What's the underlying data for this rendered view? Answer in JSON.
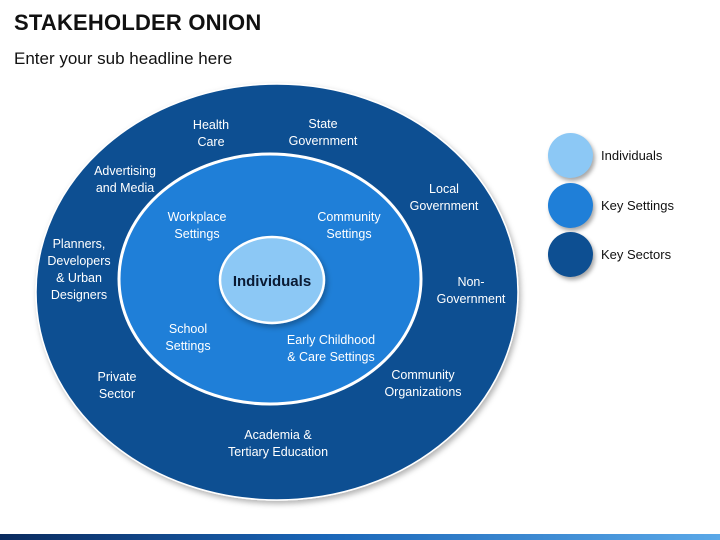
{
  "header": {
    "title": "STAKEHOLDER ONION",
    "subtitle": "Enter your sub headline here"
  },
  "onion": {
    "core": {
      "label": "Individuals"
    },
    "settings": [
      {
        "id": "workplace",
        "lines": [
          "Workplace",
          "Settings"
        ]
      },
      {
        "id": "community",
        "lines": [
          "Community",
          "Settings"
        ]
      },
      {
        "id": "school",
        "lines": [
          "School",
          "Settings"
        ]
      },
      {
        "id": "early-childhood",
        "lines": [
          "Early Childhood",
          "& Care Settings"
        ]
      }
    ],
    "sectors": [
      {
        "id": "health-care",
        "lines": [
          "Health",
          "Care"
        ]
      },
      {
        "id": "state-government",
        "lines": [
          "State",
          "Government"
        ]
      },
      {
        "id": "advertising-media",
        "lines": [
          "Advertising",
          "and Media"
        ]
      },
      {
        "id": "local-government",
        "lines": [
          "Local",
          "Government"
        ]
      },
      {
        "id": "planners",
        "lines": [
          "Planners,",
          "Developers",
          "& Urban",
          "Designers"
        ]
      },
      {
        "id": "non-government",
        "lines": [
          "Non-",
          "Government"
        ]
      },
      {
        "id": "private-sector",
        "lines": [
          "Private",
          "Sector"
        ]
      },
      {
        "id": "community-organizations",
        "lines": [
          "Community",
          "Organizations"
        ]
      },
      {
        "id": "academia",
        "lines": [
          "Academia &",
          "Tertiary Education"
        ]
      }
    ]
  },
  "legend": [
    {
      "label": "Individuals",
      "color": "#8cc8f5"
    },
    {
      "label": "Key Settings",
      "color": "#1f7fd8"
    },
    {
      "label": "Key Sectors",
      "color": "#0d4f92"
    }
  ],
  "colors": {
    "outer": "#0d4f92",
    "middle": "#1f7fd8",
    "core": "#8cc8f5",
    "ring_stroke": "#ffffff"
  }
}
